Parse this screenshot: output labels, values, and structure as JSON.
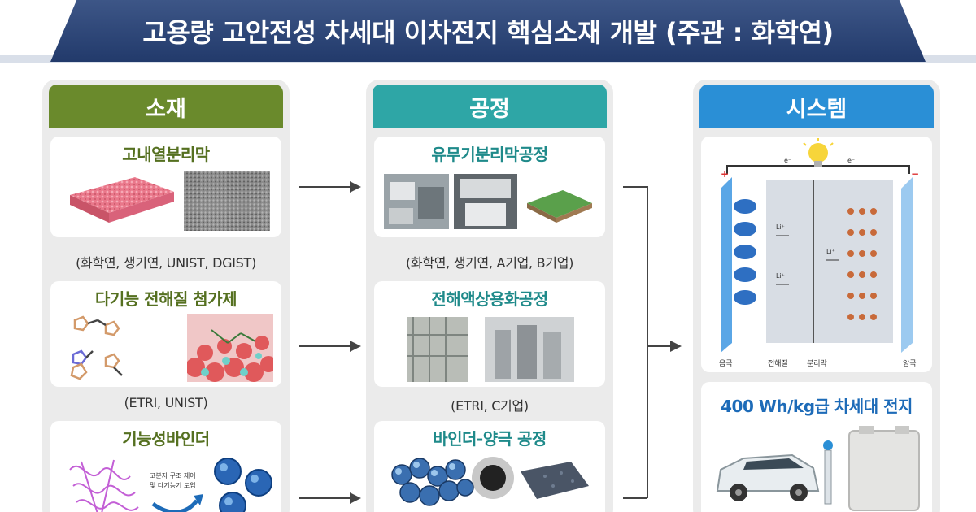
{
  "header": {
    "title": "고용량 고안전성 차세대 이차전지 핵심소재 개발 (주관 : 화학연)"
  },
  "columns": {
    "materials": {
      "title": "소재",
      "color": "#6a8a2c",
      "cards": [
        {
          "title": "고내열분리막"
        },
        {
          "title": "다기능 전해질 첨가제"
        },
        {
          "title": "기능성바인더",
          "inset_text_1": "고분자 구조 제어",
          "inset_text_2": "및 다기능기 도입"
        }
      ],
      "captions": [
        "(화학연, 생기연, UNIST, DGIST)",
        "(ETRI, UNIST)"
      ]
    },
    "process": {
      "title": "공정",
      "color": "#2ea6a6",
      "cards": [
        {
          "title": "유무기분리막공정"
        },
        {
          "title": "전해액상용화공정"
        },
        {
          "title": "바인더-양극 공정"
        }
      ],
      "captions": [
        "(화학연, 생기연, A기업, B기업)",
        "(ETRI, C기업)"
      ]
    },
    "system": {
      "title": "시스템",
      "color": "#2a8fd6",
      "diagram": {
        "electron_left": "e⁻",
        "electron_right": "e⁻",
        "plus": "+",
        "minus": "−",
        "ion_1": "Li⁺",
        "ion_2": "Li⁺",
        "ion_3": "Li⁺",
        "label_anode": "음극",
        "label_electrolyte": "전해질",
        "label_separator": "분리막",
        "label_cathode": "양극"
      },
      "battery_title": "400 Wh/kg급 차세대 전지"
    }
  }
}
